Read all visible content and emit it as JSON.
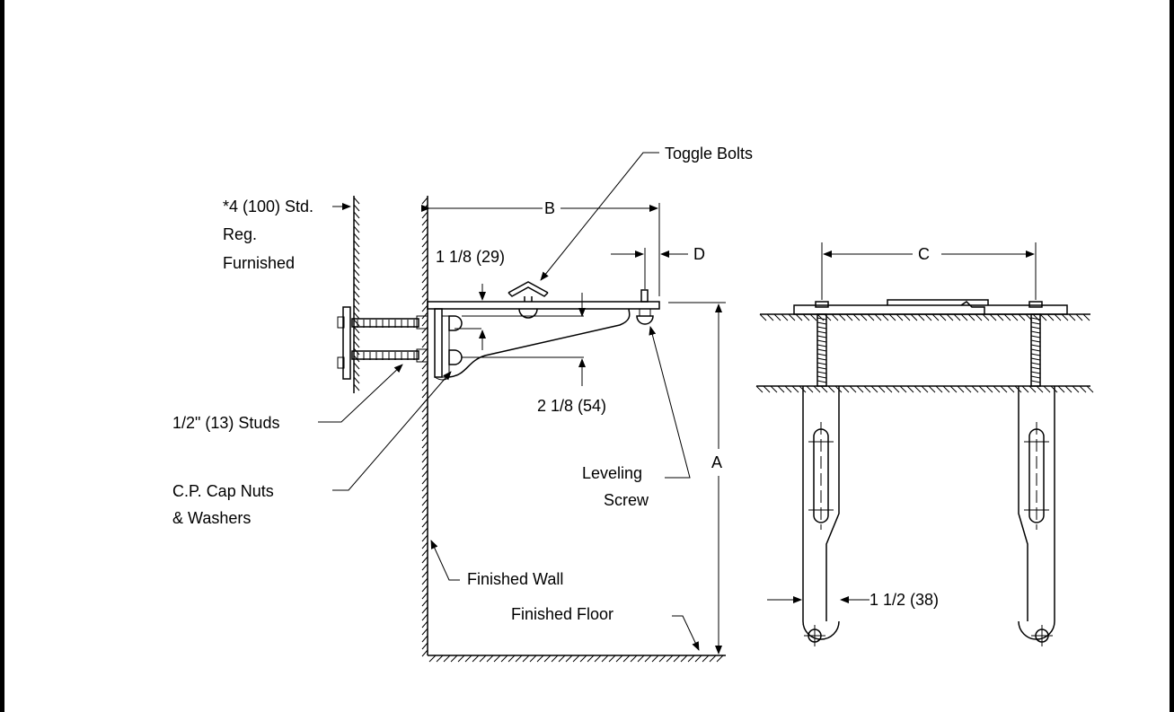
{
  "labels": {
    "toggle_bolts": "Toggle Bolts",
    "std_reg_line1": "*4 (100) Std.",
    "std_reg_line2": "Reg.",
    "std_reg_line3": "Furnished",
    "dim_b": "B",
    "dim_d": "D",
    "dim_c": "C",
    "dim_a": "A",
    "dim_1_1_8": "1 1/8 (29)",
    "dim_2_1_8": "2 1/8 (54)",
    "studs": "1/2\" (13) Studs",
    "cap_nuts_line1": "C.P. Cap Nuts",
    "cap_nuts_line2": "& Washers",
    "leveling_line1": "Leveling",
    "leveling_line2": "Screw",
    "finished_wall": "Finished Wall",
    "finished_floor": "Finished Floor",
    "dim_1_1_2": "1 1/2 (38)"
  }
}
